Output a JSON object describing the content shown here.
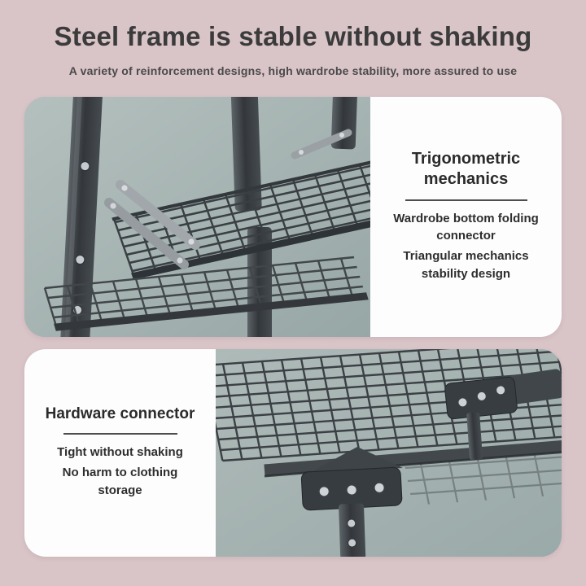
{
  "header": {
    "title": "Steel frame is stable without shaking",
    "subtitle": "A variety of reinforcement designs, high wardrobe stability, more assured to use"
  },
  "panel_top": {
    "heading": "Trigonometric mechanics",
    "line1": "Wardrobe bottom folding connector",
    "line2": "Triangular mechanics stability design"
  },
  "panel_bottom": {
    "heading": "Hardware connector",
    "line1": "Tight without shaking",
    "line2": "No harm to clothing storage"
  },
  "colors": {
    "page_background": "#d9c4c8",
    "photo_background": "#a3b2b0",
    "steel_dark": "#3c4145",
    "brace_light": "#9ba1a5",
    "card_background": "#fdfdfd",
    "text_dark": "#303030"
  }
}
